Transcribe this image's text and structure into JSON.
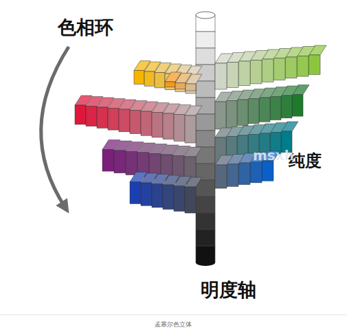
{
  "diagram": {
    "caption": "孟塞尔色立体",
    "labels": [
      "色相环",
      "纯度",
      "明度轴",
      "msxh"
    ]
  }
}
